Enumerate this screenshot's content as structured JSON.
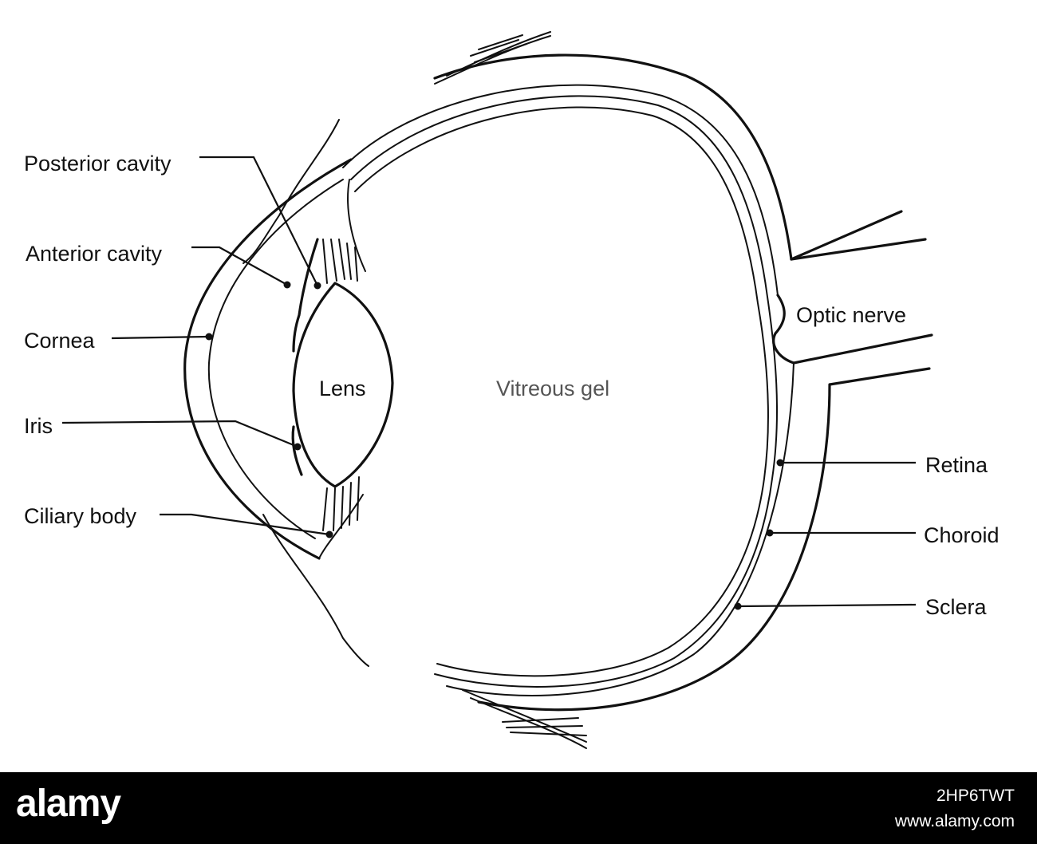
{
  "labels": {
    "posterior_cavity": "Posterior cavity",
    "anterior_cavity": "Anterior cavity",
    "cornea": "Cornea",
    "iris": "Iris",
    "ciliary_body": "Ciliary body",
    "lens": "Lens",
    "vitreous_gel": "Vitreous gel",
    "optic_nerve": "Optic nerve",
    "retina": "Retina",
    "choroid": "Choroid",
    "sclera": "Sclera"
  },
  "watermark": {
    "logo": "alamy",
    "image_id": "2HP6TWT",
    "url": "www.alamy.com"
  },
  "colors": {
    "ink": "#111111",
    "background": "#ffffff",
    "footer": "#000000"
  }
}
